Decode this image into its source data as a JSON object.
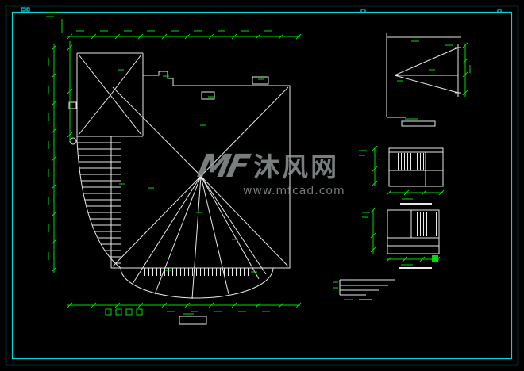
{
  "watermark": {
    "logo": "MF",
    "brand": "沐风网",
    "url": "www.mfcad.com"
  },
  "colors": {
    "background": "#000000",
    "frame_cyan": "#00d8d8",
    "line_white": "#e9e9e9",
    "dim_green": "#00dd00",
    "watermark_gray": "#9aa0a2"
  }
}
